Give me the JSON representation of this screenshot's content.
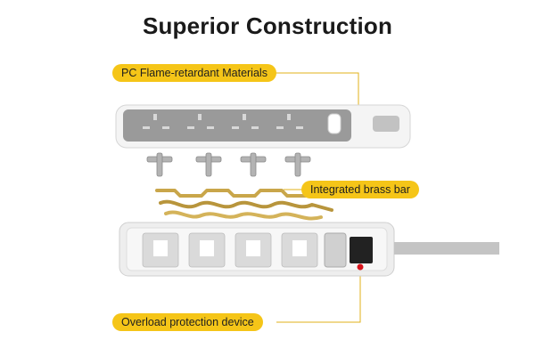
{
  "header": {
    "title": "Superior Construction"
  },
  "callouts": {
    "flame_retardant": "PC Flame-retardant Materials",
    "brass_bar": "Integrated brass bar",
    "overload": "Overload protection device"
  },
  "colors": {
    "accent": "#f5c518",
    "leader_line": "#e0b21a",
    "shell": "#f2f2f2",
    "faceplate": "#9a9a9a",
    "brass": "#c9a64a",
    "switch": "#222222",
    "reset_button": "#d8141c"
  }
}
